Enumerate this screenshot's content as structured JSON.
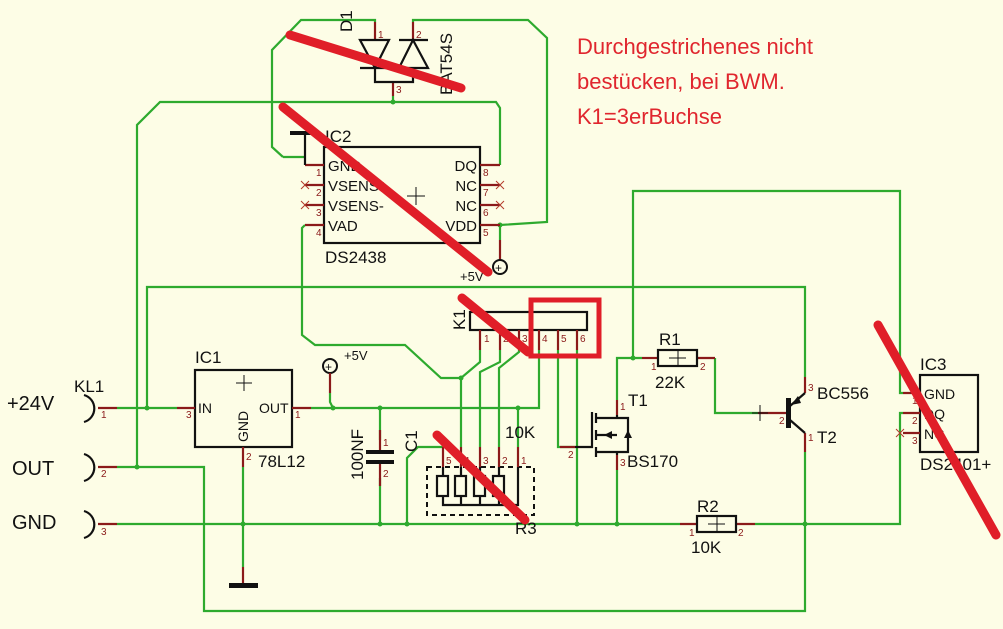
{
  "annotation": {
    "lines": [
      "Durchgestrichenes nicht",
      "bestücken, bei BWM.",
      "K1=3erBuchse"
    ],
    "color": "#e0262e"
  },
  "colors": {
    "background": "#fdfde6",
    "wire": "#2eaa2e",
    "pin": "#8b1a1a",
    "strike": "#e01e28"
  },
  "kl1": {
    "name": "KL1",
    "terminals": [
      "+24V",
      "OUT",
      "GND"
    ],
    "pins": [
      "1",
      "2",
      "3"
    ]
  },
  "ic1": {
    "name": "IC1",
    "value": "78L12",
    "pin_labels": [
      "IN",
      "OUT",
      "GND"
    ],
    "pins": [
      "3",
      "1",
      "2"
    ]
  },
  "supply": {
    "label": "+5V"
  },
  "c1": {
    "name": "C1",
    "value": "100NF",
    "pins": [
      "1",
      "2"
    ]
  },
  "ic2": {
    "name": "IC2",
    "value": "DS2438",
    "left_pins": [
      {
        "num": "1",
        "label": "GND"
      },
      {
        "num": "2",
        "label": "VSENS+"
      },
      {
        "num": "3",
        "label": "VSENS-"
      },
      {
        "num": "4",
        "label": "VAD"
      }
    ],
    "right_pins": [
      {
        "num": "8",
        "label": "DQ"
      },
      {
        "num": "7",
        "label": "NC"
      },
      {
        "num": "6",
        "label": "NC"
      },
      {
        "num": "5",
        "label": "VDD"
      }
    ]
  },
  "d1": {
    "name": "D1",
    "value": "BAT54S",
    "pins": [
      "1",
      "2",
      "3"
    ]
  },
  "k1": {
    "name": "K1",
    "pins": [
      "1",
      "2",
      "3",
      "4",
      "5",
      "6"
    ]
  },
  "r3": {
    "name": "R3",
    "value": "10K",
    "pins": [
      "5",
      "4",
      "3",
      "2",
      "1"
    ]
  },
  "t1": {
    "name": "T1",
    "value": "BS170",
    "pins": [
      "1",
      "2",
      "3"
    ]
  },
  "r1": {
    "name": "R1",
    "value": "22K",
    "pins": [
      "1",
      "2"
    ]
  },
  "r2": {
    "name": "R2",
    "value": "10K",
    "pins": [
      "1",
      "2"
    ]
  },
  "t2": {
    "name": "T2",
    "value": "BC556",
    "pins": [
      "1",
      "2",
      "3"
    ]
  },
  "ic3": {
    "name": "IC3",
    "value": "DS2401+",
    "pins": [
      {
        "num": "1",
        "label": "GND"
      },
      {
        "num": "2",
        "label": "DQ"
      },
      {
        "num": "3",
        "label": "NC"
      }
    ]
  }
}
